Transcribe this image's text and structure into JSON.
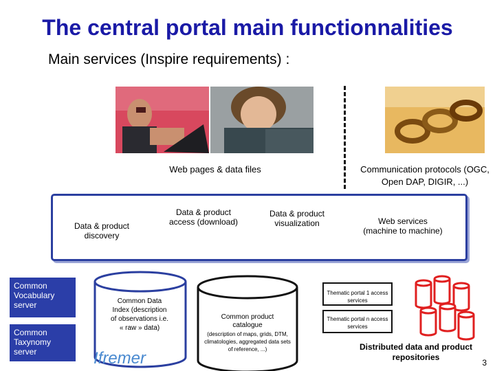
{
  "slide": {
    "title": "The central portal main functionnalities",
    "subtitle": "Main services (Inspire requirements) :",
    "page_number": "3"
  },
  "captions": {
    "web_pages": "Web pages & data files",
    "protocols": "Communication protocols (OGC, Open DAP, DIGIR, ...)"
  },
  "band": {
    "discovery": "Data & product discovery",
    "access": "Data & product access (download)",
    "visualization": "Data & product visualization",
    "web_services": "Web services (machine to machine)"
  },
  "servers": {
    "vocabulary": "Common Vocabulary server",
    "taxonomy": "Common Taxynomy server"
  },
  "data_index": {
    "label": "Common Data Index (description of observations i.e. « raw » data)"
  },
  "catalogue": {
    "title": "Common product catalogue",
    "description": "(description of maps, grids, DTM, climatologies, aggregated data sets of reference, ...)"
  },
  "portals": {
    "portal_1": "Thematic portal 1 access services",
    "portal_n": "Thematic portal n access services"
  },
  "repositories": {
    "label": "Distributed data and product repositories"
  },
  "logo": {
    "text": "Ifremer"
  },
  "colors": {
    "title": "#1a1aa6",
    "band_border": "#2b3fa0",
    "server_fill": "#2b3ea8",
    "repo_red": "#e02020"
  }
}
